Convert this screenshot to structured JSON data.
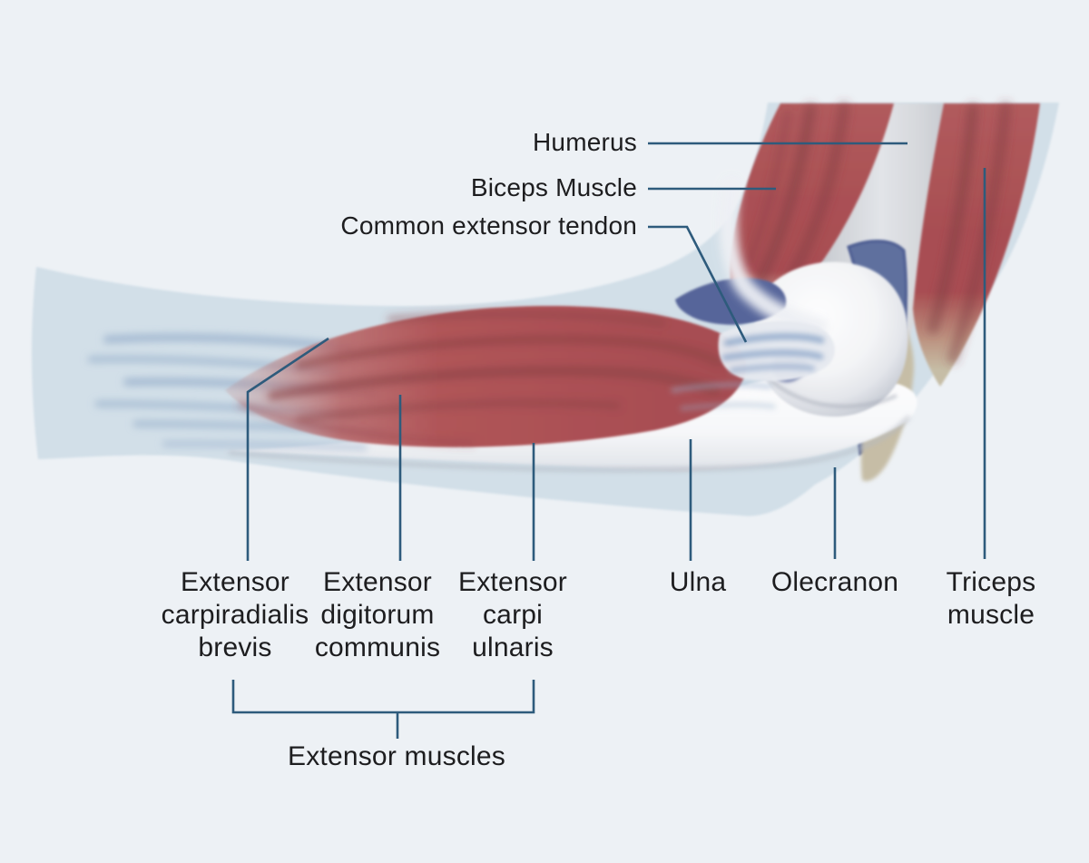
{
  "diagram_title": "Elbow muscle and bone anatomy diagram",
  "colors": {
    "background": "#edf1f5",
    "skin": "#d2dfe8",
    "muscle_red": "#b05558",
    "muscle_dark_streak": "#8a4046",
    "bone_white": "#f6f7f9",
    "bone_shade": "#c3c8d2",
    "joint_capsule_blue": "#5f6f9e",
    "tendon_tan": "#c6bda6",
    "tendon_streak_blue": "#96aecb",
    "leader_line": "#2e5b7c",
    "label_text": "#1d1d1f"
  },
  "labels": {
    "top": [
      {
        "id": "humerus",
        "text": "Humerus"
      },
      {
        "id": "biceps",
        "text": "Biceps Muscle"
      },
      {
        "id": "common-extensor-tendon",
        "text": "Common extensor tendon"
      }
    ],
    "bottom": [
      {
        "id": "extensor-carpiradialis-brevis",
        "lines": [
          "Extensor",
          "carpiradialis",
          "brevis"
        ]
      },
      {
        "id": "extensor-digitorum-communis",
        "lines": [
          "Extensor",
          "digitorum",
          "communis"
        ]
      },
      {
        "id": "extensor-carpi-ulnaris",
        "lines": [
          "Extensor",
          "carpi",
          "ulnaris"
        ]
      },
      {
        "id": "ulna",
        "lines": [
          "Ulna"
        ]
      },
      {
        "id": "olecranon",
        "lines": [
          "Olecranon"
        ]
      },
      {
        "id": "triceps-muscle",
        "lines": [
          "Triceps",
          "muscle"
        ]
      }
    ],
    "group": {
      "id": "extensor-muscles",
      "text": "Extensor muscles"
    }
  }
}
